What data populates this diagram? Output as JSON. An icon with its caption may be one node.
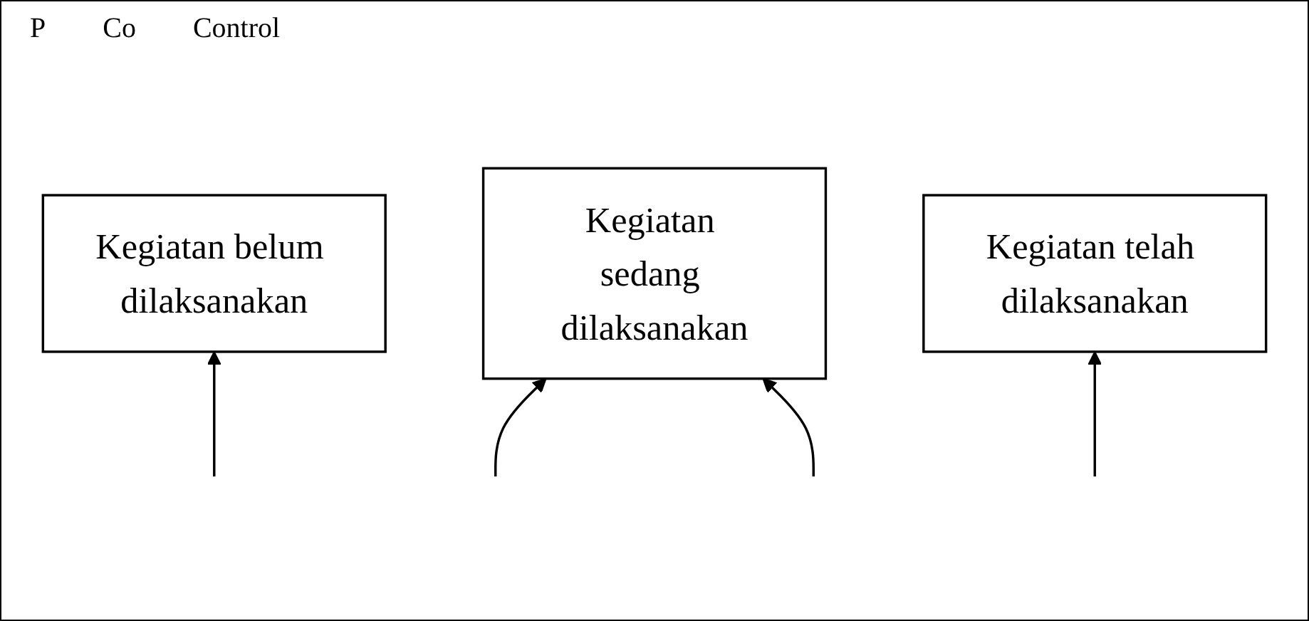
{
  "diagram": {
    "nodes": [
      {
        "text": [
          "Kegiatan belum dilaksanakan"
        ]
      },
      {
        "text": [
          "Kegiatan sedang dilaksanakan"
        ]
      },
      {
        "text": [
          "Kegiatan telah dilaksanakan"
        ]
      }
    ],
    "edges": [
      {
        "from": null,
        "to": 0,
        "arrow": "to"
      },
      {
        "from": null,
        "to": 1,
        "arrow": "to"
      },
      {
        "from": null,
        "to": 1,
        "arrow": "to"
      },
      {
        "from": null,
        "to": 2,
        "arrow": "to"
      }
    ],
    "labels": [
      "P",
      "Co",
      "Control"
    ]
  }
}
